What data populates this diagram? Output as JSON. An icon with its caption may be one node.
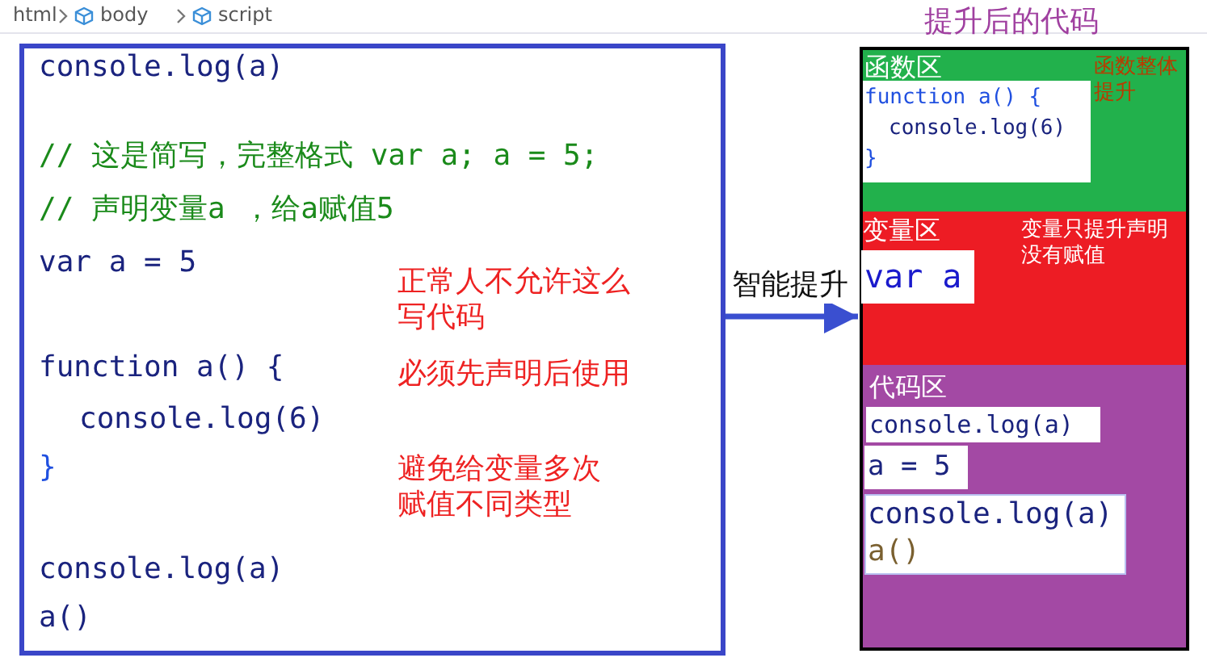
{
  "diagram": {
    "nodes": [
      {
        "text": [
          "console.log(a)",
          "// 这是简写，完整格式 var a; a = 5;",
          "// 声明变量a ，给a赋值5",
          "var a = 5",
          "function a() {",
          "console.log(6)",
          "}",
          "console.log(a)",
          "a()",
          "正常人不允许这么写代码",
          "必须先声明后使用",
          "避免给变量多次赋值不同类型"
        ]
      },
      {
        "text": [
          "提升后的代码"
        ]
      },
      {
        "text": [
          "函数区",
          "函数整体提升"
        ],
        "in": 1
      },
      {
        "text": [
          "function a() {",
          "console.log(6)",
          "}"
        ],
        "in": 2
      },
      {
        "text": [
          "变量区",
          "变量只提升声明没有赋值"
        ],
        "in": 1
      },
      {
        "text": [
          "var a"
        ],
        "in": 4
      },
      {
        "text": [
          "代码区"
        ],
        "in": 1
      },
      {
        "text": [
          "console.log(a)"
        ],
        "in": 6
      },
      {
        "text": [
          "a = 5"
        ],
        "in": 6
      },
      {
        "text": [
          "console.log(a)",
          "a()"
        ],
        "in": 6
      }
    ],
    "edges": [
      {
        "from": 0,
        "to": 1,
        "arrow": "to",
        "label": "智能提升"
      }
    ],
    "labels": [
      "html",
      "body",
      "script"
    ]
  }
}
